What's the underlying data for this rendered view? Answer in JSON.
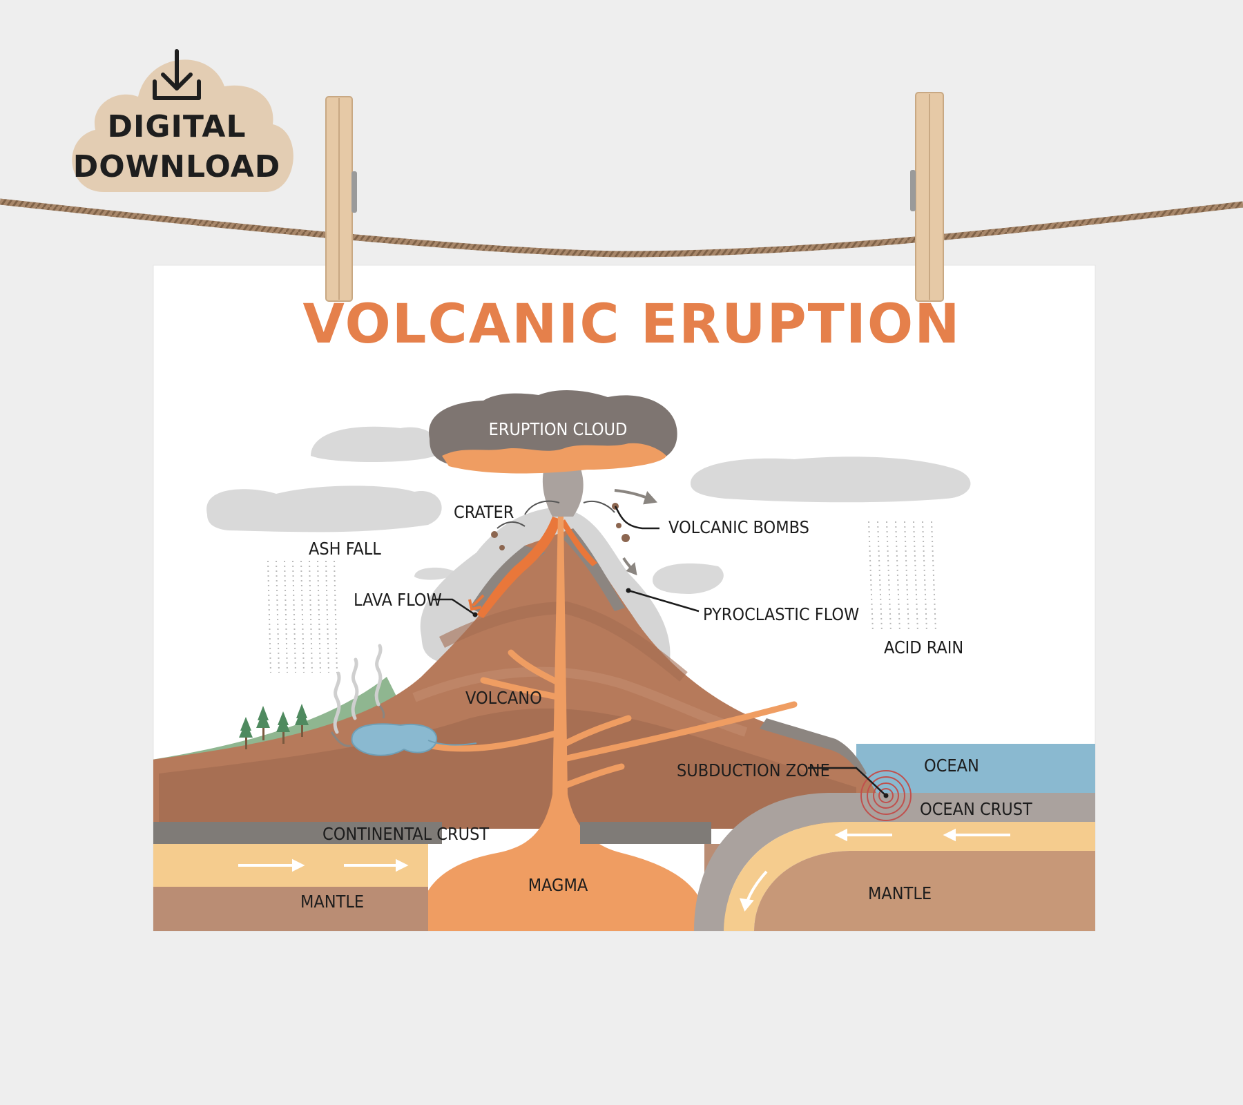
{
  "badge": {
    "line1": "DIGITAL",
    "line2": "DOWNLOAD",
    "icon": "download-icon",
    "color": "#e3cdb3"
  },
  "poster": {
    "title": "VOLCANIC ERUPTION",
    "title_color": "#e5804b"
  },
  "labels": {
    "eruption_cloud": "ERUPTION CLOUD",
    "crater": "CRATER",
    "volcanic_bombs": "VOLCANIC BOMBS",
    "ash_fall": "ASH FALL",
    "lava_flow": "LAVA FLOW",
    "pyroclastic_flow": "PYROCLASTIC FLOW",
    "acid_rain": "ACID RAIN",
    "volcano": "VOLCANO",
    "subduction_zone": "SUBDUCTION ZONE",
    "ocean": "OCEAN",
    "ocean_crust": "OCEAN CRUST",
    "continental_crust": "CONTINENTAL CRUST",
    "magma": "MAGMA",
    "mantle_left": "MANTLE",
    "mantle_right": "MANTLE"
  },
  "colors": {
    "volcano_brown": "#b67a5b",
    "magma_orange": "#ef9d62",
    "ash_grey": "#d9d9d9",
    "ocean_blue": "#8ab9d0",
    "mantle_tan": "#f5cc8e",
    "grass_green": "#8fb690"
  }
}
